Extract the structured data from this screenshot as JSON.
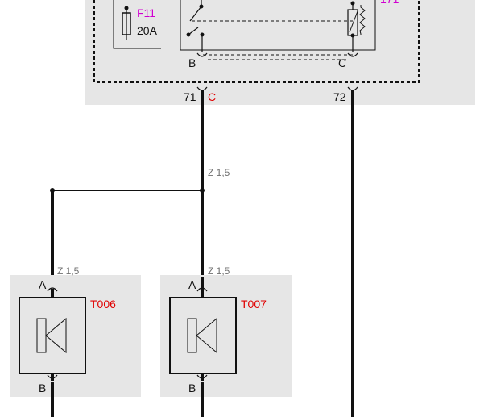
{
  "colors": {
    "panel": "#e6e6e6",
    "wire": "#111111",
    "label_red": "#e00000",
    "label_magenta": "#d000d0",
    "wire_spec": "#707070"
  },
  "fuse": {
    "id": "F11",
    "rating": "20A"
  },
  "relay": {
    "id_partial": "171"
  },
  "module": {
    "pin_b": "B",
    "pin_c": "C"
  },
  "wires": [
    {
      "number": "71",
      "connector": "C"
    },
    {
      "number": "72"
    }
  ],
  "wire_spec": "Z 1,5",
  "speakers": [
    {
      "id": "T006",
      "pin_top": "A",
      "pin_bottom": "B",
      "wire_spec": "Z 1,5",
      "icon": "speaker-icon"
    },
    {
      "id": "T007",
      "pin_top": "A",
      "pin_bottom": "B",
      "wire_spec": "Z 1,5",
      "icon": "speaker-icon"
    }
  ]
}
